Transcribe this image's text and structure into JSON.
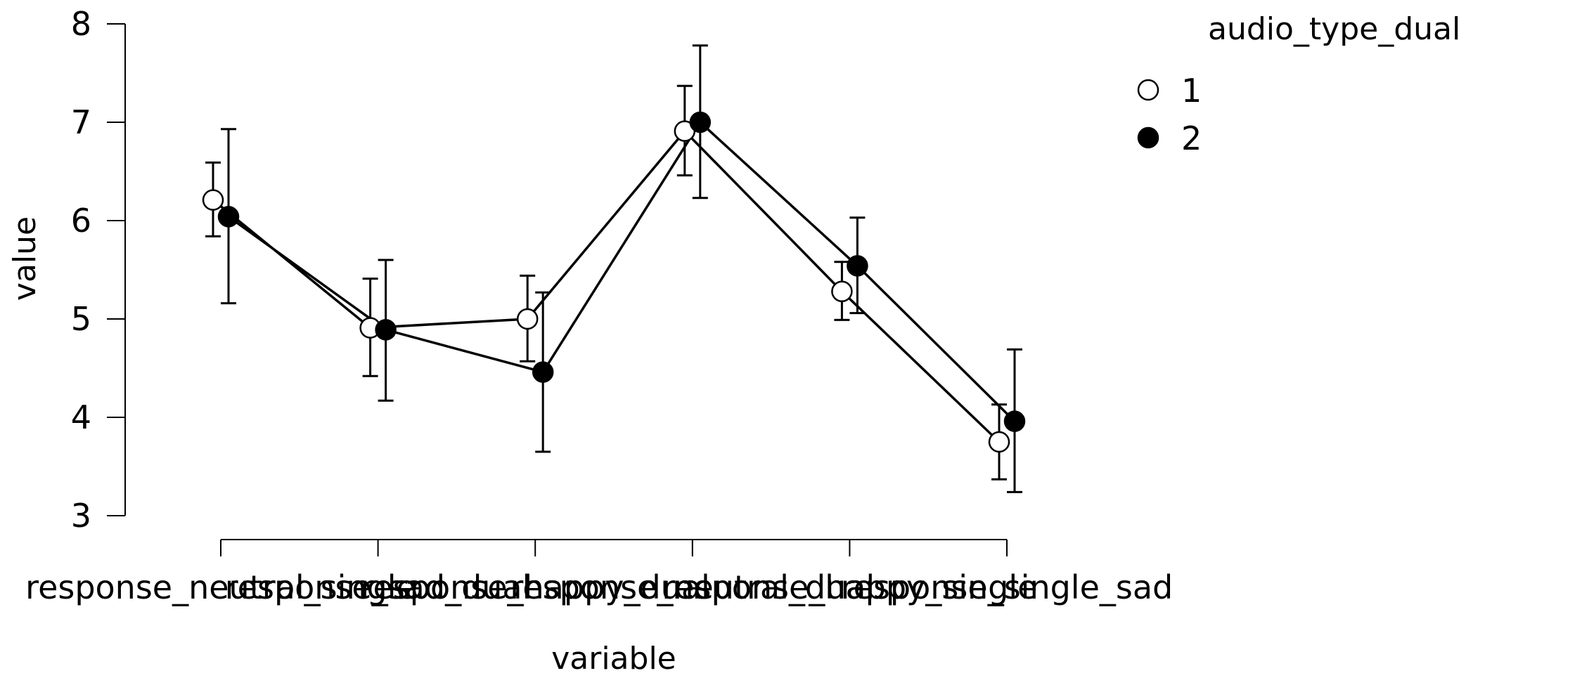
{
  "chart_data": {
    "type": "line",
    "xlabel": "variable",
    "ylabel": "value",
    "ylim": [
      3,
      8
    ],
    "yticks": [
      3,
      4,
      5,
      6,
      7,
      8
    ],
    "categories": [
      "response_neutral_single",
      "response_sad_dual",
      "response_happy_dual",
      "response_neutral_dual",
      "response_happy_single",
      "response_single_sad"
    ],
    "legend": {
      "title": "audio_type_dual",
      "placement": "right"
    },
    "series": [
      {
        "name": "1",
        "marker": "open-circle",
        "marker_fill": "#ffffff",
        "values": [
          6.21,
          4.91,
          5.0,
          6.91,
          5.28,
          3.75
        ],
        "err_low": [
          5.84,
          4.42,
          4.57,
          6.46,
          4.99,
          3.37
        ],
        "err_high": [
          6.59,
          5.41,
          5.44,
          7.37,
          5.58,
          4.13
        ]
      },
      {
        "name": "2",
        "marker": "filled-circle",
        "marker_fill": "#000000",
        "values": [
          6.04,
          4.89,
          4.46,
          7.0,
          5.54,
          3.96
        ],
        "err_low": [
          5.16,
          4.17,
          3.65,
          6.23,
          5.06,
          3.24
        ],
        "err_high": [
          6.93,
          5.6,
          5.27,
          7.78,
          6.03,
          4.69
        ]
      }
    ]
  }
}
